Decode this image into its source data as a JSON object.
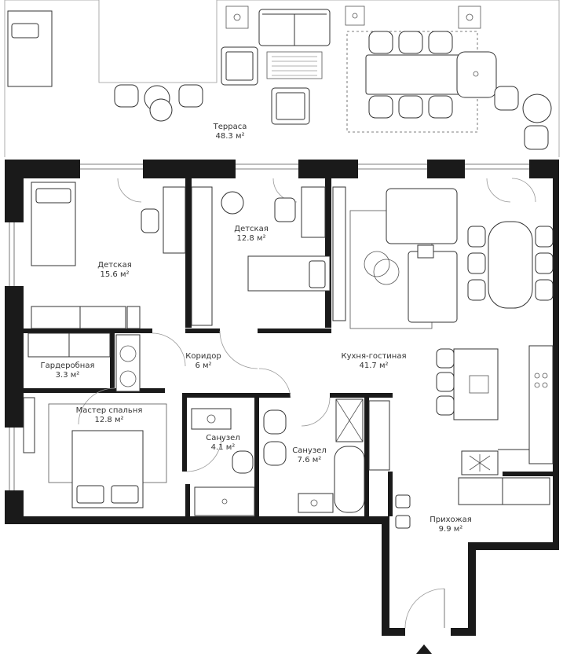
{
  "rooms": {
    "terrace": {
      "name": "Терраса",
      "area": "48.3 м²"
    },
    "kids1": {
      "name": "Детская",
      "area": "15.6 м²"
    },
    "kids2": {
      "name": "Детская",
      "area": "12.8 м²"
    },
    "kitchen": {
      "name": "Кухня-гостиная",
      "area": "41.7 м²"
    },
    "corridor": {
      "name": "Коридор",
      "area": "6 м²"
    },
    "wardrobe": {
      "name": "Гардеробная",
      "area": "3.3 м²"
    },
    "master": {
      "name": "Мастер спальня",
      "area": "12.8 м²"
    },
    "bath1": {
      "name": "Санузел",
      "area": "4.1 м²"
    },
    "bath2": {
      "name": "Санузел",
      "area": "7.6 м²"
    },
    "hall": {
      "name": "Прихожая",
      "area": "9.9 м²"
    }
  },
  "colors": {
    "wall": "#1a1a1a",
    "line": "#333333",
    "text": "#333333"
  },
  "icons": {
    "entrance": "entrance-arrow-icon"
  }
}
